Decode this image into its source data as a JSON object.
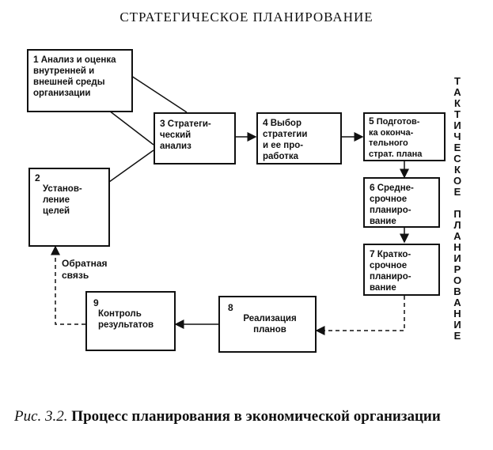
{
  "title": "СТРАТЕГИЧЕСКОЕ ПЛАНИРОВАНИЕ",
  "side_label": {
    "word1": "ТАКТИЧЕСКОЕ",
    "word2": "ПЛАНИРОВАНИЕ"
  },
  "boxes": {
    "b1": {
      "num": "1",
      "text": "Анализ и оценка\nвнутренней и\nвнешней среды\nорганизации"
    },
    "b2": {
      "num": "2",
      "text": "Установ-\nление\nцелей"
    },
    "b3": {
      "num": "3",
      "text": "Стратеги-\nческий\nанализ"
    },
    "b4": {
      "num": "4",
      "text": "Выбор\nстратегии\nи ее про-\nработка"
    },
    "b5": {
      "num": "5",
      "text": "Подготов-\nка оконча-\nтельного\nстрат. плана"
    },
    "b6": {
      "num": "6",
      "text": "Средне-\nсрочное\nпланиро-\nвание"
    },
    "b7": {
      "num": "7",
      "text": "Кратко-\nсрочное\nпланиро-\nвание"
    },
    "b8": {
      "num": "8",
      "text": "Реализация\nпланов"
    },
    "b9": {
      "num": "9",
      "text": "Контроль\nрезультатов"
    }
  },
  "feedback_label": "Обратная\nсвязь",
  "caption": {
    "fig": "Рис. 3.2.",
    "text": "Процесс планирования в экономической организации"
  }
}
